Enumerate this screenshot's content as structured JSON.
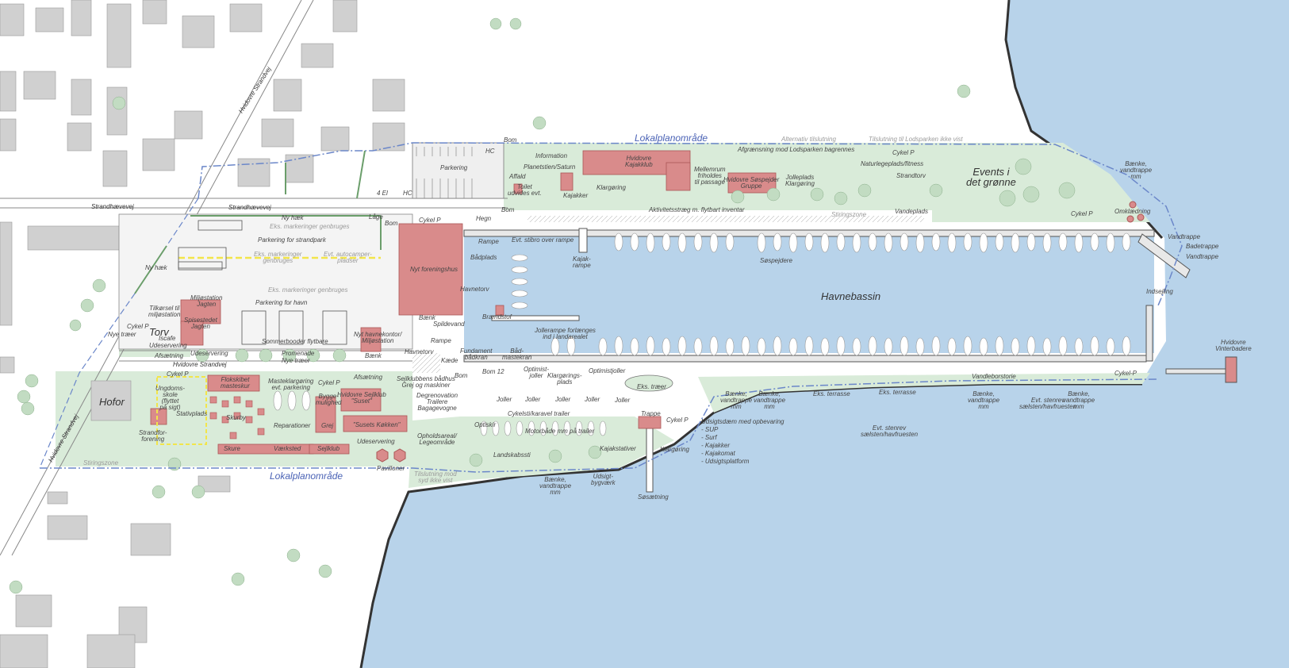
{
  "colors": {
    "water": "#b8d3ea",
    "green": "#d9ebd9",
    "building_grey": "#d0d0d0",
    "building_red": "#d98b8b",
    "boundary": "#6b87c9",
    "path_yellow": "#f2e54a"
  },
  "labels": {
    "lokalplan_top": "Lokalplanområde",
    "lokalplan_bottom": "Lokalplanområde",
    "havnebassin": "Havnebassin",
    "events": "Events i\ndet grønne",
    "torv": "Torv",
    "hofor": "Hofor",
    "hvidovre_strandvej_1": "Hvidovre Strandvej",
    "hvidovre_strandvej_2": "Hvidovre Strandvej",
    "hvidovre_strandvej_3": "Hvidovre Strandvej",
    "strandhaevevej_1": "Strandhævevej",
    "strandhaevevej_2": "Strandhævevej",
    "parkering": "Parkering",
    "hc_1": "HC",
    "hc_2": "HC",
    "el4": "4 El",
    "bom_1": "Bom",
    "bom_2": "Bom",
    "bom_3": "Bom",
    "bom_4": "Bom",
    "information": "Information",
    "planetstien": "Planetstien/Saturn",
    "affald": "Affald",
    "toilet": "Toilet\nudvides evt.",
    "kajakker": "Kajakker",
    "kajakklub": "Hvidovre\nKajakklub",
    "klargoring_1": "Klargøring",
    "mellemrum": "Mellemrum\nfriholdes\ntil passage",
    "soespejder": "Hvidovre Søspejder\nGruppe",
    "jolleplads": "Jolleplads\nKlargøring",
    "alternativ": "Alternativ tilslutning",
    "afgraensning": "Afgrænsning mod Lodsparken bagrennes",
    "tilslutning_lods": "Tilslutning til Lodsparken ikke vist",
    "cykelp_1": "Cykel P",
    "naturlegeplads": "Naturlegeplads/fitness",
    "strandtorv": "Strandtorv",
    "aktivitetsstraeg": "Aktivitetsstræg m. flytbart inventar",
    "stiringszone_1": "Stiringszone",
    "vandeplads": "Vandeplads",
    "cykelp_2": "Cykel P",
    "omklaedning": "Omklædning",
    "baenke_top": "Bænke,\nvandtrappe\nmm",
    "vandtrappe_1": "Vandtrappe",
    "badetrappe": "Badetrappe",
    "vandtrappe_2": "Vandtrappe",
    "indsejling": "Indsejling",
    "hvidovre_vinterbadere": "Hvidovre\nVinterbadere",
    "laage": "Låge",
    "cykelp_3": "Cykel P",
    "hegn": "Hegn",
    "ny_hask_1": "Ny hæk",
    "ny_hask_2": "Ny hæk",
    "eks_mark_1": "Eks. markeringer genbruges",
    "parkering_strand": "Parkering for strandpark",
    "eks_mark_2": "Eks. markeringer\ngenbruges",
    "evt_autocamper": "Evt. autocamper-\npladser",
    "eks_mark_3": "Eks. markeringer genbruges",
    "parkering_havn": "Parkering for havn",
    "miljostation_jagten": "Miljøstation\nJagten",
    "tilkorsel": "Tilkørsel til\nmiljøstation",
    "spisestedet": "Spisestedet\nJagten",
    "cykelp_4": "Cykel P",
    "nye_traeer_1": "Nye træer",
    "iscafe": "Iscafe",
    "udeservering_1": "Udeservering",
    "udeservering_2": "Udeservering",
    "afsaetning_1": "Afsætning",
    "sommerbooder": "Sommerbooder flytbare",
    "promenade": "Promenade",
    "nye_traeer_2": "Nye træer",
    "nyt_havnekontor": "Nyt havnekontor/\nMiljøstation",
    "baenk_1": "Bænk",
    "nyt_foreningshus": "Nyt foreningshus",
    "baenk_2": "Bænk",
    "rampe_1": "Rampe",
    "evt_stibro": "Evt. stibro over rampe",
    "badplads": "Bådplads",
    "havnetorv_1": "Havnetorv",
    "braendstof": "Brændstof",
    "spildevand": "Spildevand",
    "rampe_2": "Rampe",
    "kajak_rampe": "Kajak-\nrampe",
    "soespejdere": "Søspejdere",
    "jollerampe": "Jollerampe forlænges\nind i landarealet",
    "fundament": "Fundament\nbådkran",
    "badmastekran": "Båd-\nmastekran",
    "kaede": "Kæde",
    "havnetorv_2": "Havnetorv",
    "optimist_1": "Optimist-\njoller",
    "klargorings_plads": "Klargørings-\nplads",
    "optimistjoller": "Optimistjoller",
    "eks_traeer": "Eks. træer",
    "afsaetning_2": "Afsætning",
    "sejlklubbens": "Sejlklubbens bådhus\nGrej og maskiner",
    "degrenovation": "Degrenovation\nTrailere\nBagagevogne",
    "bom_12": "Bom 12",
    "joller_1": "Joller",
    "joller_2": "Joller",
    "joller_3": "Joller",
    "joller_4": "Joller",
    "joller_5": "Joller",
    "cykelsti": "Cykelsti/karavel trailer",
    "trappe": "Trappe",
    "cykelp_5": "Cykel P",
    "vandleborstorie": "Vandleborstorie",
    "cykelp_6": "Cykel-P",
    "eks_terrasse_1": "Eks. terrasse",
    "eks_terrasse_2": "Eks. terrasse",
    "baenke_a": "Bænke,\nvandtrappe\nmm",
    "baenke_b": "Bænke,\nvandtrappe\nmm",
    "baenke_c": "Bænke,\nvandtrappe\nmm",
    "baenke_d": "Bænke,\nvandtrappe\nmm",
    "baenke_e": "Bænke,\nvandtrappe\nmm",
    "evt_stenrev_1": "Evt. stenrev\nsælsten/havfruesten",
    "evt_stenrev_2": "Evt. stenrev\nsælsten/havfruesten",
    "udsigtsdaem": "Udsigtsdæm med opbevaring\n- SUP\n- Surf\n- Kajakker\n- Kajakomat\n- Udsigtsplatform",
    "kajakstativer": "Kajakstativer",
    "klargoring_2": "Klargøring",
    "sosaetning": "Søsætning",
    "optiskir": "Optiskir",
    "motorbade": "Motorbåde mm på trailer",
    "opholdsareal": "Opholdsareal/\nLegeområde",
    "landskabssti": "Landskabssti",
    "udsigt_bygvaerk": "Udsigt-\nbygværk",
    "tilslutning_syd": "Tilslutning mod\nsyd ikke vist",
    "pavilloner": "Pavilloner",
    "udeservering_3": "Udeservering",
    "stiringszone_2": "Stiringszone",
    "cykelp_7": "Cykel P",
    "flokskibet": "Flokskibet\nmasteskur",
    "masteklargoring": "Masteklargøring\nevt. parkering",
    "cykelp_8": "Cykel P",
    "ungdomsskole": "Ungdoms-\nskole\n(flyttet\npå sigt)",
    "stativplads": "Stativplads",
    "bygge": "Bygge-\nmulighed",
    "sejlklub_suset": "Hvidovre Sejlklub\n\"Suset\"",
    "skurby": "Skurby",
    "reparationer": "Reparationer",
    "grej": "Grej",
    "susets_kakken": "\"Susets Køkken\"",
    "strandforening": "Strandfor-\nforening",
    "skure": "Skure",
    "vaerksted": "Værksted",
    "sejlklub": "Sejlklub"
  }
}
